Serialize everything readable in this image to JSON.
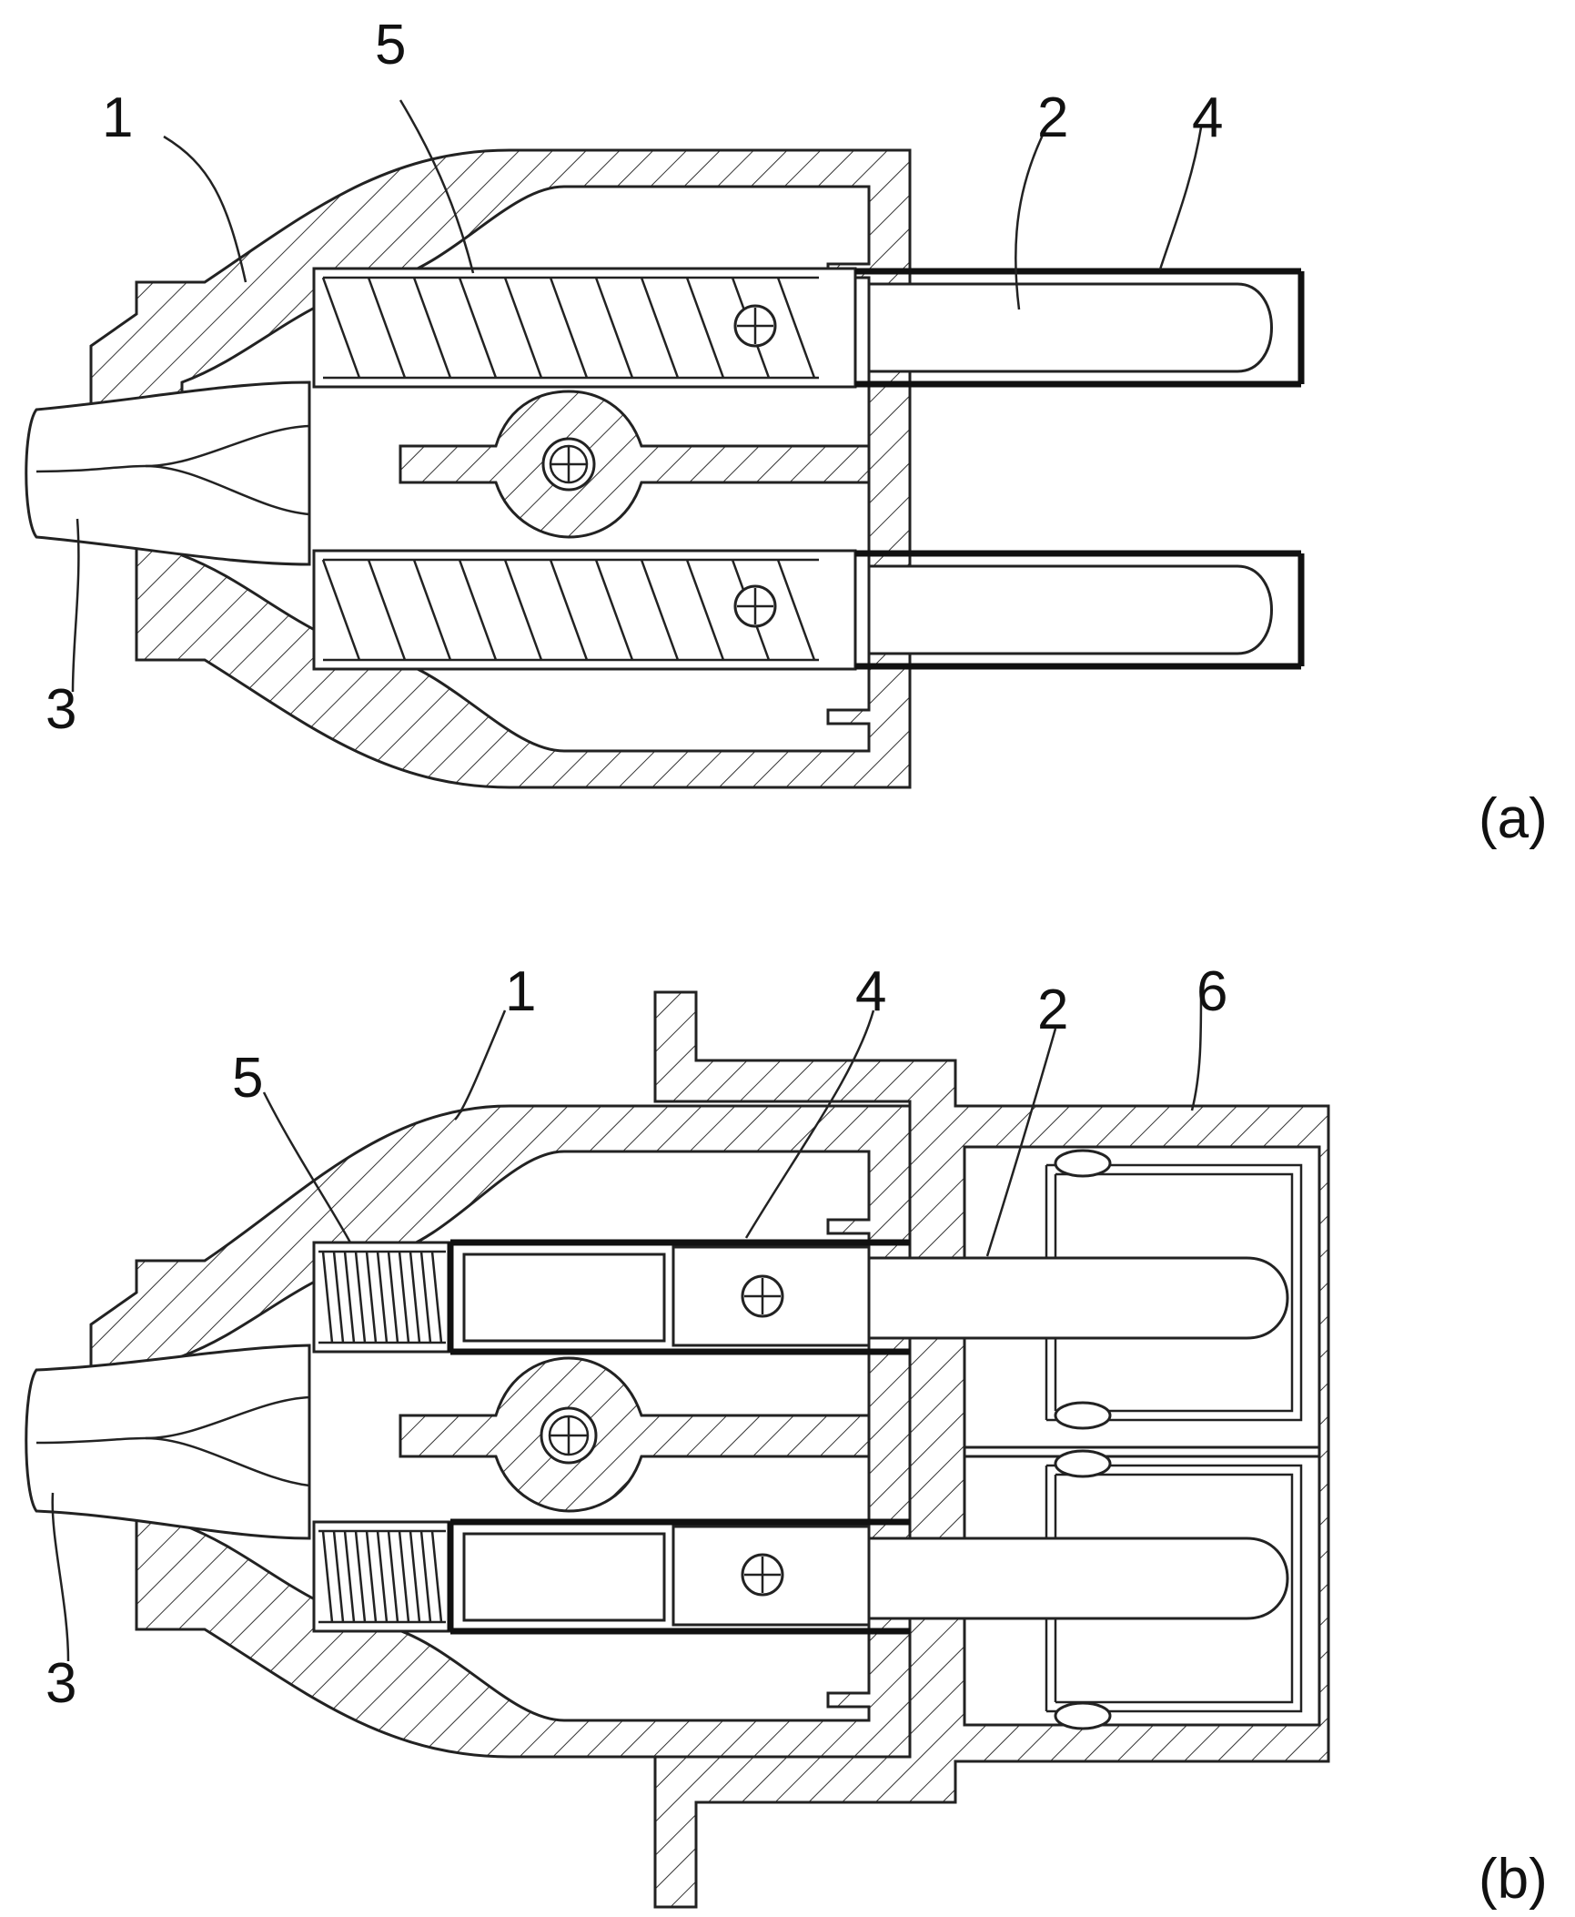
{
  "figure_a": {
    "caption": "(a)",
    "labels": {
      "l1": "1",
      "l2": "2",
      "l3": "3",
      "l4": "4",
      "l5": "5"
    }
  },
  "figure_b": {
    "caption": "(b)",
    "labels": {
      "l1": "1",
      "l2": "2",
      "l3": "3",
      "l4": "4",
      "l5": "5",
      "l6": "6"
    }
  },
  "colors": {
    "line": "#222222",
    "background": "#ffffff"
  }
}
